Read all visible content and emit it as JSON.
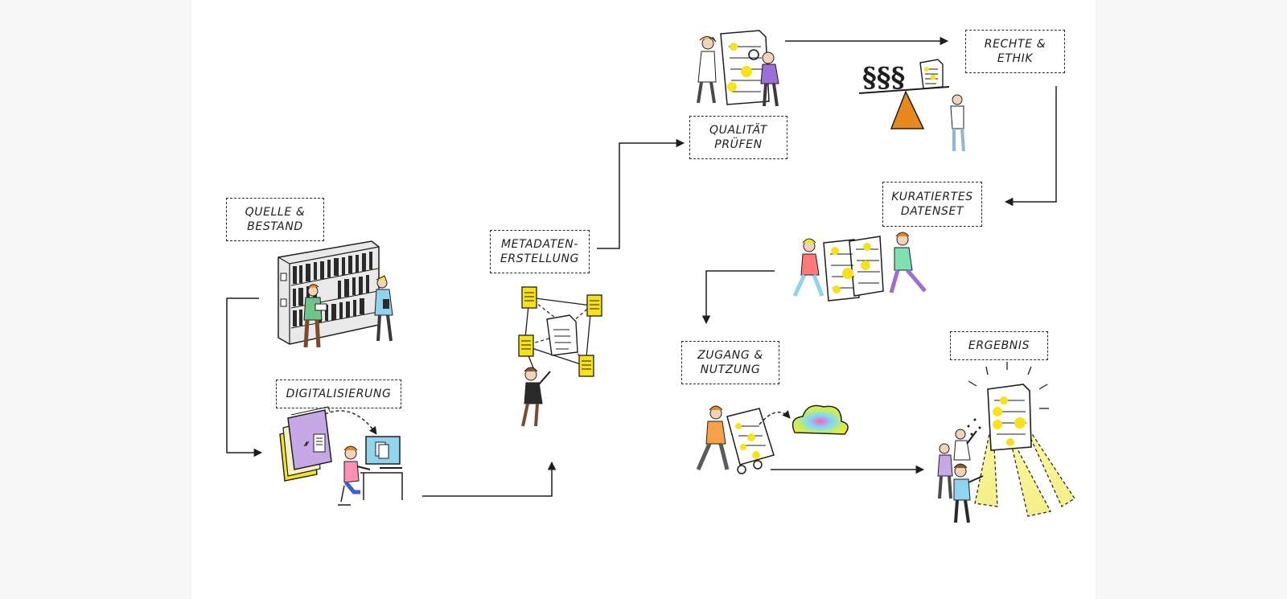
{
  "labels": {
    "quelle": "Quelle &\nBestand",
    "digitalisierung": "Digitalisierung",
    "metadaten": "Metadaten-\nErstellung",
    "qualitaet": "Qualität\nprüfen",
    "rechte": "Rechte &\nEthik",
    "kuratiert": "Kuratiertes\nDatenset",
    "zugang": "Zugang &\nNutzung",
    "ergebnis": "Ergebnis"
  },
  "illustration_icons": {
    "archive": "archive-shelf-icon",
    "scan": "scanner-workstation-icon",
    "metadata": "document-network-icon",
    "quality": "magnifier-check-icon",
    "law": "paragraph-scale-icon",
    "curated": "documents-carry-icon",
    "access": "cloud-transfer-icon",
    "result": "document-spotlight-icon"
  },
  "colors": {
    "yellow": "#f7e21a",
    "purple": "#c7a8e6",
    "orange": "#e8891f",
    "cyan": "#8fd3ef",
    "ink": "#1e1e1e"
  }
}
